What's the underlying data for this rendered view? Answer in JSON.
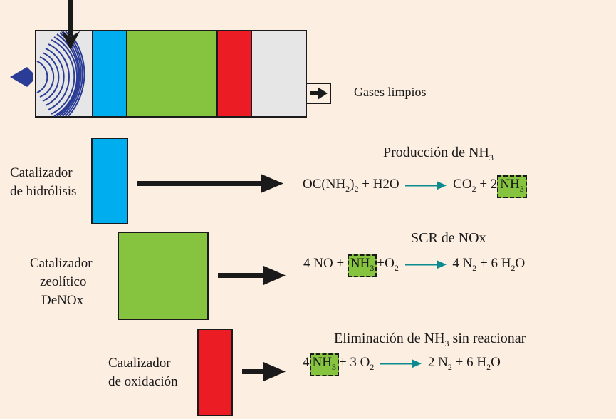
{
  "colors": {
    "background": "#fdeee2",
    "reactor_gray": "#e6e6e6",
    "hydrolysis_blue": "#00aeef",
    "zeolite_green": "#86c440",
    "oxidation_red": "#ec1c24",
    "urea_blue": "#2b3c96",
    "arrow_teal": "#0b8a8f",
    "arrow_black": "#1a1a1a"
  },
  "icons": {
    "injector": "urea-injector-icon",
    "outlet": "outlet-arrow-icon"
  },
  "outlet_label": "Gases limpios",
  "catalysts": [
    {
      "label_lines": [
        "Catalizador",
        "de hidrólisis"
      ],
      "title_prefix": "Producción de NH",
      "title_sub": "3",
      "title_suffix": "",
      "equation": {
        "lhs_1": "OC(NH",
        "lhs_1_sub": "2",
        "lhs_1_close": ")",
        "lhs_1_close_sub": "2",
        "lhs_2": " + H2O",
        "rhs_1": "CO",
        "rhs_1_sub": "2",
        "rhs_2": " + 2",
        "nh3": "NH",
        "nh3_sub": "3"
      }
    },
    {
      "label_lines": [
        "Catalizador",
        "zeolítico",
        "DeNOx"
      ],
      "title": "SCR de NOx",
      "equation": {
        "lhs_1": "4 NO + ",
        "nh3": "NH",
        "nh3_sub": "3",
        "lhs_2": "+O",
        "lhs_2_sub": "2",
        "rhs_1": "4 N",
        "rhs_1_sub": "2",
        "rhs_2": " + 6 H",
        "rhs_2_sub": "2",
        "rhs_3": "O"
      }
    },
    {
      "label_lines": [
        "Catalizador",
        "de oxidación"
      ],
      "title_prefix": "Eliminación de NH",
      "title_sub": "3",
      "title_suffix": " sin reacionar",
      "equation": {
        "lhs_0": "4",
        "nh3": "NH",
        "nh3_sub": "3",
        "lhs_2": "+ 3 O",
        "lhs_2_sub": "2",
        "rhs_1": "2 N",
        "rhs_1_sub": "2",
        "rhs_2": " + 6 H",
        "rhs_2_sub": "2",
        "rhs_3": "O"
      }
    }
  ]
}
